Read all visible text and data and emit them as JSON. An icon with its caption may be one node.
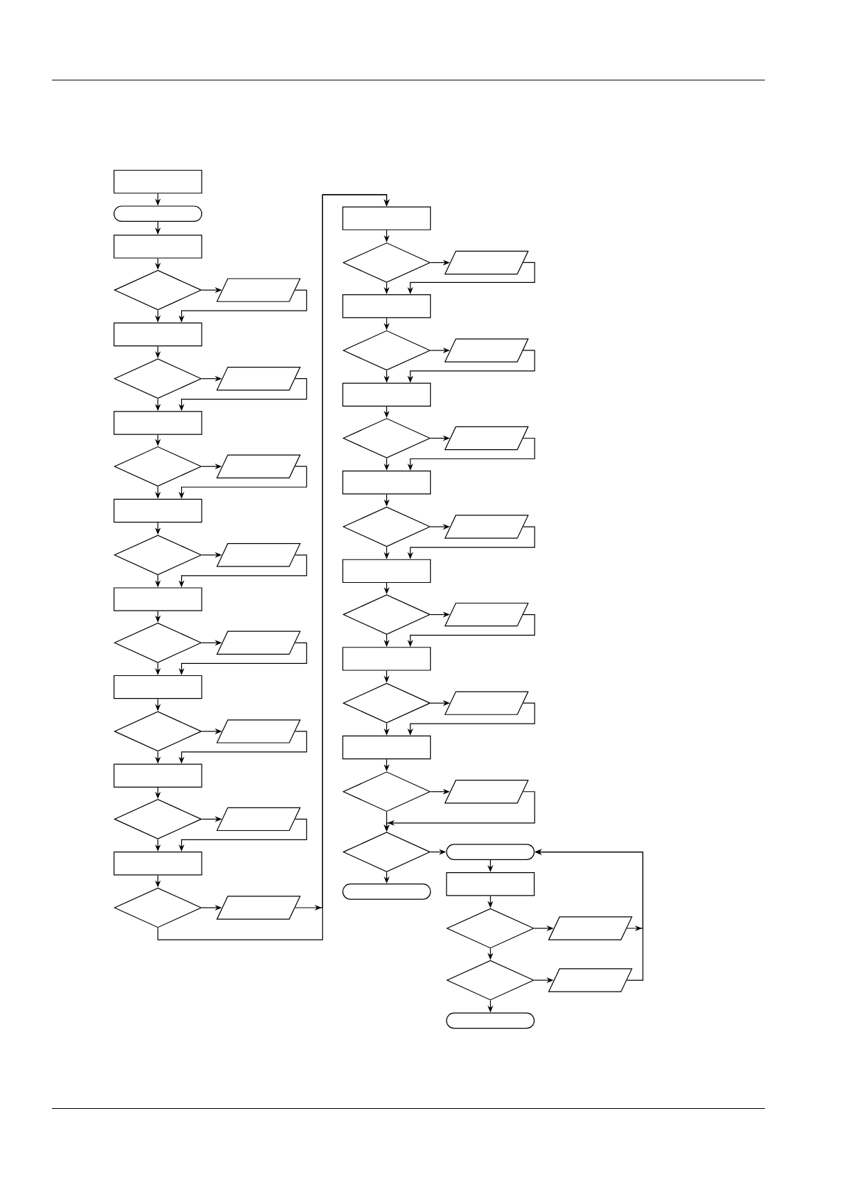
{
  "diagram": {
    "nodes": [
      {
        "text": [],
        "shape": "box"
      },
      {
        "text": [],
        "shape": "oval"
      },
      {
        "text": [],
        "shape": "box"
      },
      {
        "text": [],
        "shape": "diamond"
      },
      {
        "text": [],
        "shape": "parallelogram"
      },
      {
        "text": [],
        "shape": "box"
      },
      {
        "text": [],
        "shape": "diamond"
      },
      {
        "text": [],
        "shape": "parallelogram"
      },
      {
        "text": [],
        "shape": "box"
      },
      {
        "text": [],
        "shape": "diamond"
      },
      {
        "text": [],
        "shape": "parallelogram"
      },
      {
        "text": [],
        "shape": "box"
      },
      {
        "text": [],
        "shape": "diamond"
      },
      {
        "text": [],
        "shape": "parallelogram"
      },
      {
        "text": [],
        "shape": "box"
      },
      {
        "text": [],
        "shape": "diamond"
      },
      {
        "text": [],
        "shape": "parallelogram"
      },
      {
        "text": [],
        "shape": "box"
      },
      {
        "text": [],
        "shape": "diamond"
      },
      {
        "text": [],
        "shape": "parallelogram"
      },
      {
        "text": [],
        "shape": "box"
      },
      {
        "text": [],
        "shape": "diamond"
      },
      {
        "text": [],
        "shape": "parallelogram"
      },
      {
        "text": [],
        "shape": "box"
      },
      {
        "text": [],
        "shape": "diamond"
      },
      {
        "text": [],
        "shape": "parallelogram"
      },
      {
        "text": [],
        "shape": "box"
      },
      {
        "text": [],
        "shape": "diamond"
      },
      {
        "text": [],
        "shape": "parallelogram"
      },
      {
        "text": [],
        "shape": "box"
      },
      {
        "text": [],
        "shape": "diamond"
      },
      {
        "text": [],
        "shape": "parallelogram"
      },
      {
        "text": [],
        "shape": "box"
      },
      {
        "text": [],
        "shape": "diamond"
      },
      {
        "text": [],
        "shape": "parallelogram"
      },
      {
        "text": [],
        "shape": "box"
      },
      {
        "text": [],
        "shape": "diamond"
      },
      {
        "text": [],
        "shape": "parallelogram"
      },
      {
        "text": [],
        "shape": "box"
      },
      {
        "text": [],
        "shape": "diamond"
      },
      {
        "text": [],
        "shape": "parallelogram"
      },
      {
        "text": [],
        "shape": "box"
      },
      {
        "text": [],
        "shape": "diamond"
      },
      {
        "text": [],
        "shape": "parallelogram"
      },
      {
        "text": [],
        "shape": "box"
      },
      {
        "text": [],
        "shape": "diamond"
      },
      {
        "text": [],
        "shape": "parallelogram"
      },
      {
        "text": [],
        "shape": "diamond"
      },
      {
        "text": [],
        "shape": "oval"
      },
      {
        "text": [],
        "shape": "oval"
      },
      {
        "text": [],
        "shape": "box"
      },
      {
        "text": [],
        "shape": "diamond"
      },
      {
        "text": [],
        "shape": "parallelogram"
      },
      {
        "text": [],
        "shape": "diamond"
      },
      {
        "text": [],
        "shape": "parallelogram"
      },
      {
        "text": [],
        "shape": "oval"
      }
    ],
    "edges": [
      {
        "from": 0,
        "to": 1,
        "arrow": "to"
      },
      {
        "from": 1,
        "to": 2,
        "arrow": "to"
      },
      {
        "from": 2,
        "to": 3,
        "arrow": "to"
      },
      {
        "from": 3,
        "to": 4,
        "arrow": "to"
      },
      {
        "from": 3,
        "to": 5,
        "arrow": "to"
      },
      {
        "from": 4,
        "to": 5,
        "arrow": "to"
      },
      {
        "from": 5,
        "to": 6,
        "arrow": "to"
      },
      {
        "from": 6,
        "to": 7,
        "arrow": "to"
      },
      {
        "from": 6,
        "to": 8,
        "arrow": "to"
      },
      {
        "from": 7,
        "to": 8,
        "arrow": "to"
      },
      {
        "from": 8,
        "to": 9,
        "arrow": "to"
      },
      {
        "from": 9,
        "to": 10,
        "arrow": "to"
      },
      {
        "from": 9,
        "to": 11,
        "arrow": "to"
      },
      {
        "from": 10,
        "to": 11,
        "arrow": "to"
      },
      {
        "from": 11,
        "to": 12,
        "arrow": "to"
      },
      {
        "from": 12,
        "to": 13,
        "arrow": "to"
      },
      {
        "from": 12,
        "to": 14,
        "arrow": "to"
      },
      {
        "from": 13,
        "to": 14,
        "arrow": "to"
      },
      {
        "from": 14,
        "to": 15,
        "arrow": "to"
      },
      {
        "from": 15,
        "to": 16,
        "arrow": "to"
      },
      {
        "from": 15,
        "to": 17,
        "arrow": "to"
      },
      {
        "from": 16,
        "to": 17,
        "arrow": "to"
      },
      {
        "from": 17,
        "to": 18,
        "arrow": "to"
      },
      {
        "from": 18,
        "to": 19,
        "arrow": "to"
      },
      {
        "from": 18,
        "to": 20,
        "arrow": "to"
      },
      {
        "from": 19,
        "to": 20,
        "arrow": "to"
      },
      {
        "from": 20,
        "to": 21,
        "arrow": "to"
      },
      {
        "from": 21,
        "to": 22,
        "arrow": "to"
      },
      {
        "from": 21,
        "to": 23,
        "arrow": "to"
      },
      {
        "from": 22,
        "to": 23,
        "arrow": "to"
      },
      {
        "from": 23,
        "to": 24,
        "arrow": "to"
      },
      {
        "from": 24,
        "to": 25,
        "arrow": "to"
      },
      {
        "from": 24,
        "to": 26,
        "arrow": "to"
      },
      {
        "from": 25,
        "to": 26,
        "arrow": "to"
      },
      {
        "from": 26,
        "to": 27,
        "arrow": "to"
      },
      {
        "from": 27,
        "to": 28,
        "arrow": "to"
      },
      {
        "from": 27,
        "to": 29,
        "arrow": "to"
      },
      {
        "from": 28,
        "to": 29,
        "arrow": "to"
      },
      {
        "from": 29,
        "to": 30,
        "arrow": "to"
      },
      {
        "from": 30,
        "to": 31,
        "arrow": "to"
      },
      {
        "from": 30,
        "to": 32,
        "arrow": "to"
      },
      {
        "from": 31,
        "to": 32,
        "arrow": "to"
      },
      {
        "from": 32,
        "to": 33,
        "arrow": "to"
      },
      {
        "from": 33,
        "to": 34,
        "arrow": "to"
      },
      {
        "from": 33,
        "to": 35,
        "arrow": "to"
      },
      {
        "from": 34,
        "to": 35,
        "arrow": "to"
      },
      {
        "from": 35,
        "to": 36,
        "arrow": "to"
      },
      {
        "from": 36,
        "to": 37,
        "arrow": "to"
      },
      {
        "from": 36,
        "to": 38,
        "arrow": "to"
      },
      {
        "from": 37,
        "to": 38,
        "arrow": "to"
      },
      {
        "from": 38,
        "to": 39,
        "arrow": "to"
      },
      {
        "from": 39,
        "to": 40,
        "arrow": "to"
      },
      {
        "from": 39,
        "to": 41,
        "arrow": "to"
      },
      {
        "from": 40,
        "to": 41,
        "arrow": "to"
      },
      {
        "from": 41,
        "to": 42,
        "arrow": "to"
      },
      {
        "from": 42,
        "to": 43,
        "arrow": "to"
      },
      {
        "from": 42,
        "to": 44,
        "arrow": "to"
      },
      {
        "from": 43,
        "to": 44,
        "arrow": "to"
      },
      {
        "from": 44,
        "to": 45,
        "arrow": "to"
      },
      {
        "from": 45,
        "to": 46,
        "arrow": "to"
      },
      {
        "from": 45,
        "to": 47,
        "arrow": "to"
      },
      {
        "from": 46,
        "to": 47,
        "arrow": "to"
      },
      {
        "from": 47,
        "to": 48,
        "arrow": "to"
      },
      {
        "from": 47,
        "to": 49,
        "arrow": "to"
      },
      {
        "from": 48,
        "to": 50,
        "arrow": "to"
      },
      {
        "from": 50,
        "to": 51,
        "arrow": "to"
      },
      {
        "from": 51,
        "to": 52,
        "arrow": "to"
      },
      {
        "from": 51,
        "to": 53,
        "arrow": "to"
      },
      {
        "from": 52,
        "to": 48,
        "arrow": "to"
      },
      {
        "from": 53,
        "to": 54,
        "arrow": "to"
      },
      {
        "from": 54,
        "to": 48,
        "arrow": "to"
      },
      {
        "from": 53,
        "to": 55,
        "arrow": "to"
      }
    ]
  }
}
